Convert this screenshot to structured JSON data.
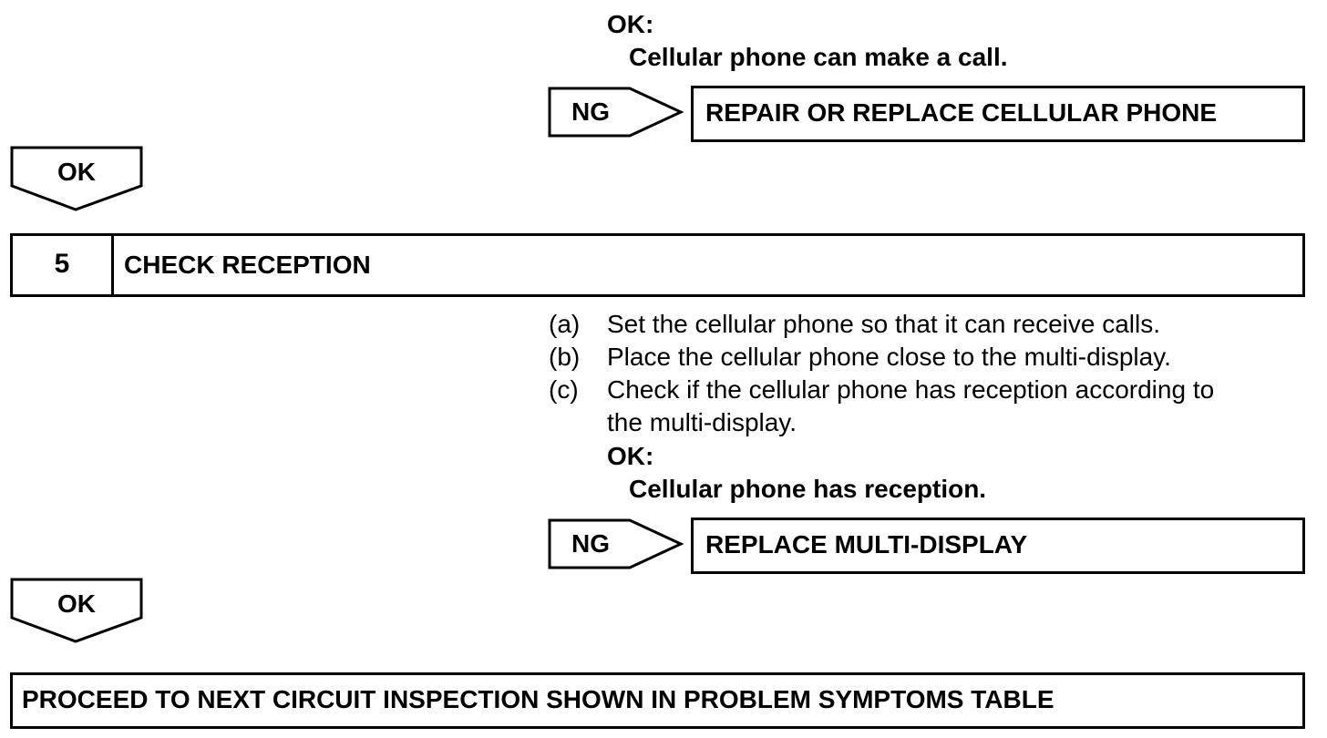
{
  "section1": {
    "ok_heading": "OK:",
    "ok_text": "Cellular phone can make a call.",
    "ng_label": "NG",
    "ng_action": "REPAIR OR REPLACE CELLULAR PHONE",
    "ok_arrow_label": "OK"
  },
  "step5": {
    "number": "5",
    "title": "CHECK RECEPTION",
    "steps": [
      {
        "label": "(a)",
        "text": "Set the cellular phone so that it can receive calls."
      },
      {
        "label": "(b)",
        "text": "Place the cellular phone close to the multi-display."
      },
      {
        "label": "(c)",
        "text": "Check if the cellular phone has reception according to",
        "text2": "the multi-display."
      }
    ],
    "ok_heading": "OK:",
    "ok_text": "Cellular phone has reception.",
    "ng_label": "NG",
    "ng_action": "REPLACE MULTI-DISPLAY",
    "ok_arrow_label": "OK"
  },
  "final": {
    "text": "PROCEED TO NEXT CIRCUIT INSPECTION SHOWN IN PROBLEM SYMPTOMS TABLE"
  }
}
